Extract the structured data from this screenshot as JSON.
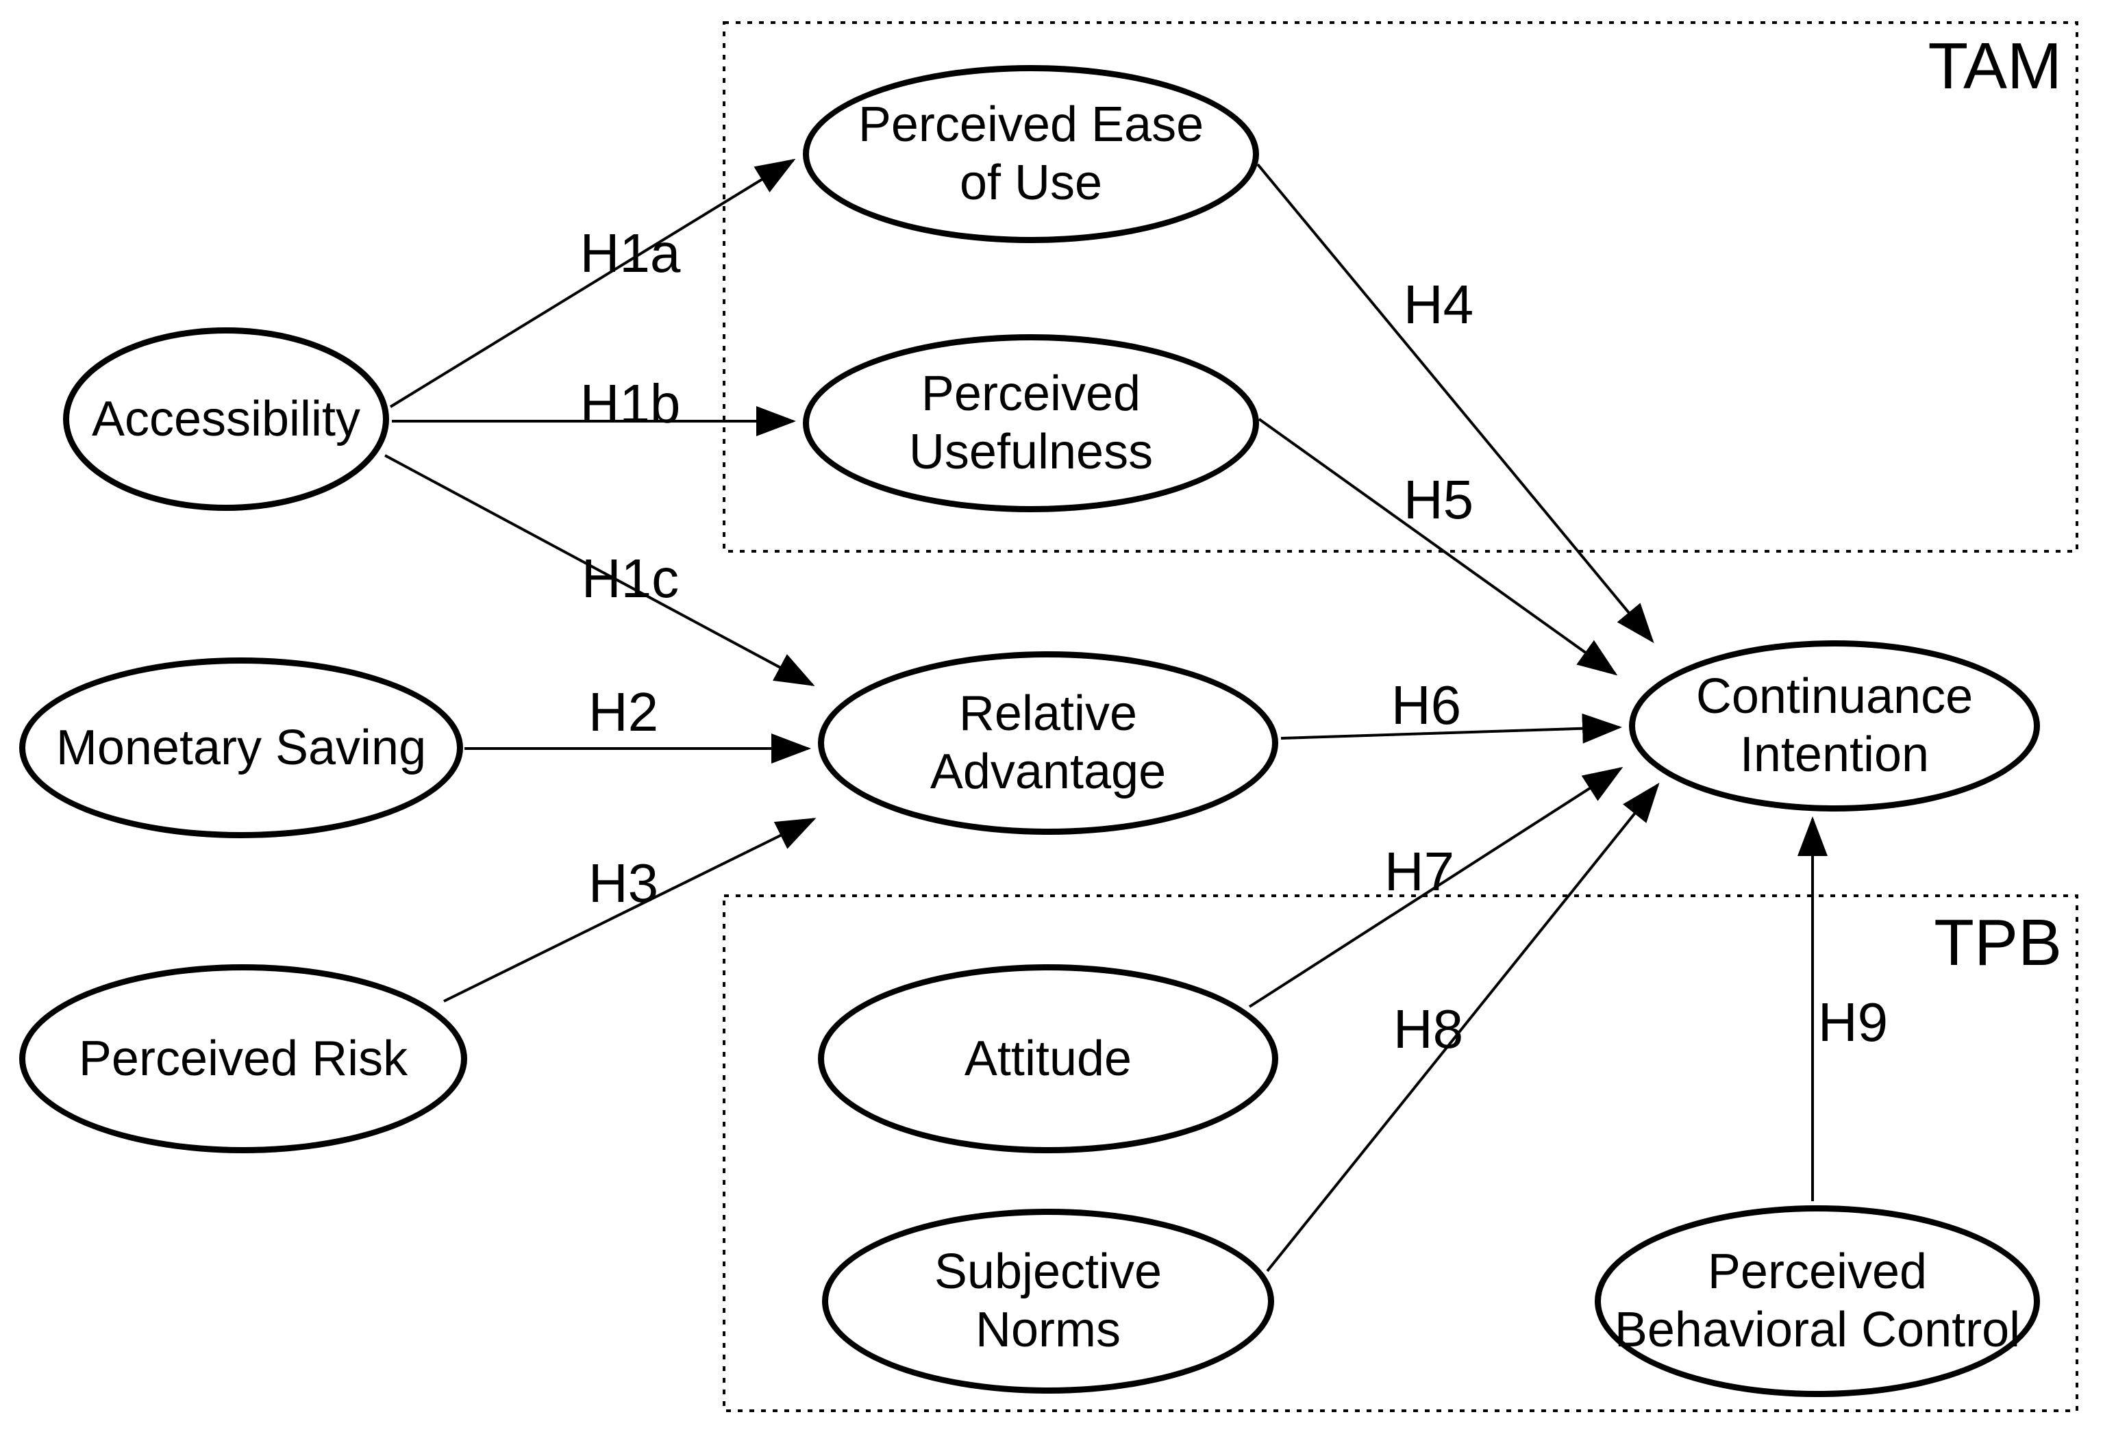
{
  "diagram": {
    "kind": "hypothesis-path-model",
    "groups": {
      "tam": {
        "label": "TAM",
        "members": [
          "Perceived Ease of Use",
          "Perceived Usefulness"
        ]
      },
      "tpb": {
        "label": "TPB",
        "members": [
          "Attitude",
          "Subjective Norms",
          "Perceived Behavioral Control"
        ]
      }
    },
    "nodes": {
      "accessibility": {
        "label": "Accessibility"
      },
      "monetary_saving": {
        "label": "Monetary Saving"
      },
      "perceived_risk": {
        "label": "Perceived Risk"
      },
      "perceived_ease_of_use": {
        "label": "Perceived Ease\nof Use"
      },
      "perceived_usefulness": {
        "label": "Perceived\nUsefulness"
      },
      "relative_advantage": {
        "label": "Relative\nAdvantage"
      },
      "continuance_intention": {
        "label": "Continuance\nIntention"
      },
      "attitude": {
        "label": "Attitude"
      },
      "subjective_norms": {
        "label": "Subjective\nNorms"
      },
      "perceived_behavioral_control": {
        "label": "Perceived\nBehavioral Control"
      }
    },
    "hypotheses": {
      "h1a": "H1a",
      "h1b": "H1b",
      "h1c": "H1c",
      "h2": "H2",
      "h3": "H3",
      "h4": "H4",
      "h5": "H5",
      "h6": "H6",
      "h7": "H7",
      "h8": "H8",
      "h9": "H9"
    },
    "edges": [
      {
        "label": "H1a",
        "from": "Accessibility",
        "to": "Perceived Ease of Use"
      },
      {
        "label": "H1b",
        "from": "Accessibility",
        "to": "Perceived Usefulness"
      },
      {
        "label": "H1c",
        "from": "Accessibility",
        "to": "Relative Advantage"
      },
      {
        "label": "H2",
        "from": "Monetary Saving",
        "to": "Relative Advantage"
      },
      {
        "label": "H3",
        "from": "Perceived Risk",
        "to": "Relative Advantage"
      },
      {
        "label": "H4",
        "from": "Perceived Ease of Use",
        "to": "Continuance Intention"
      },
      {
        "label": "H5",
        "from": "Perceived Usefulness",
        "to": "Continuance Intention"
      },
      {
        "label": "H6",
        "from": "Relative Advantage",
        "to": "Continuance Intention"
      },
      {
        "label": "H7",
        "from": "Attitude",
        "to": "Continuance Intention"
      },
      {
        "label": "H8",
        "from": "Subjective Norms",
        "to": "Continuance Intention"
      },
      {
        "label": "H9",
        "from": "Perceived Behavioral Control",
        "to": "Continuance Intention"
      }
    ],
    "colors": {
      "line": "#000000",
      "background": "#ffffff"
    }
  }
}
